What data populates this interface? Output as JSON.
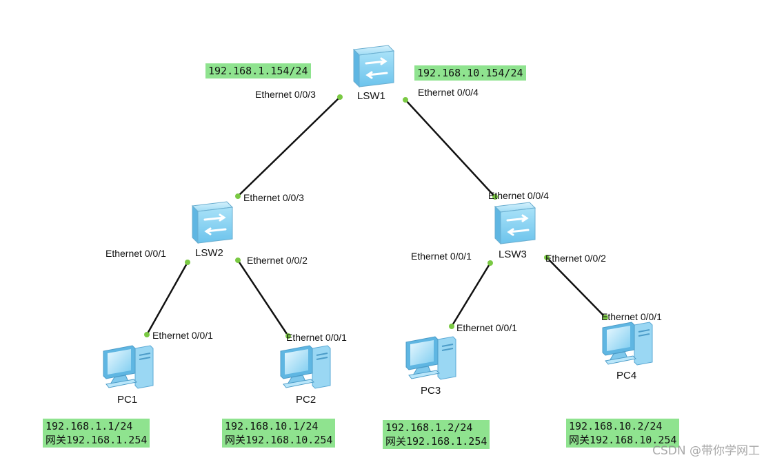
{
  "devices": {
    "lsw1": "LSW1",
    "lsw2": "LSW2",
    "lsw3": "LSW3",
    "pc1": "PC1",
    "pc2": "PC2",
    "pc3": "PC3",
    "pc4": "PC4"
  },
  "ports": {
    "lsw1_p3": "Ethernet 0/0/3",
    "lsw1_p4": "Ethernet 0/0/4",
    "lsw2_p3": "Ethernet 0/0/3",
    "lsw2_p1": "Ethernet 0/0/1",
    "lsw2_p2": "Ethernet 0/0/2",
    "lsw3_p4": "Ethernet 0/0/4",
    "lsw3_p1": "Ethernet 0/0/1",
    "lsw3_p2": "Ethernet 0/0/2",
    "pc1_p1": "Ethernet 0/0/1",
    "pc2_p1": "Ethernet 0/0/1",
    "pc3_p1": "Ethernet 0/0/1",
    "pc4_p1": "Ethernet 0/0/1"
  },
  "ips": {
    "lsw1_left": "192.168.1.154/24",
    "lsw1_right": "192.168.10.154/24",
    "pc1_ip": "192.168.1.1/24",
    "pc1_gw": "网关192.168.1.254",
    "pc2_ip": "192.168.10.1/24",
    "pc2_gw": "网关192.168.10.254",
    "pc3_ip": "192.168.1.2/24",
    "pc3_gw": "网关192.168.1.254",
    "pc4_ip": "192.168.10.2/24",
    "pc4_gw": "网关192.168.10.254"
  },
  "watermark": "CSDN @带你学网工",
  "colors": {
    "link": "#111111",
    "port_dot": "#7ac943",
    "ip_box": "#8fe38f",
    "switch_body": "#8fd3f0"
  }
}
